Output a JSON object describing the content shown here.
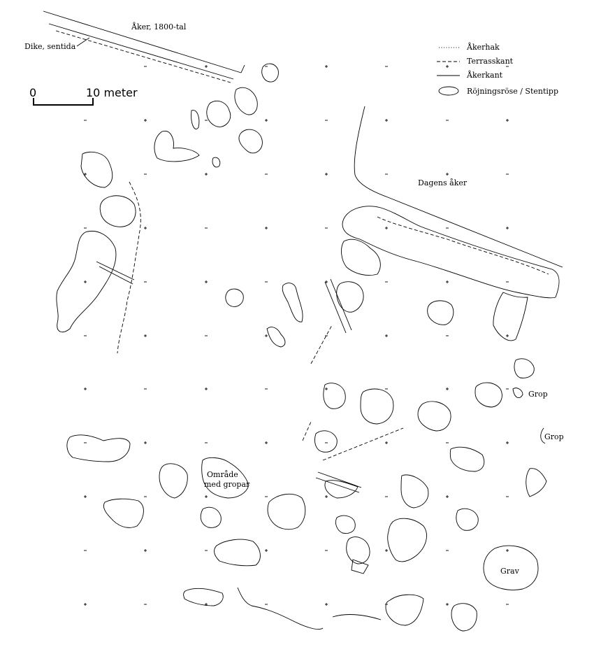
{
  "map": {
    "labels": {
      "aker_1800": "Åker, 1800-tal",
      "dike": "Dike, sentida",
      "dagens_aker": "Dagens åker",
      "omrade_line1": "Område",
      "omrade_line2": "med gropar",
      "grop1": "Grop",
      "grop2": "Grop",
      "grav": "Grav"
    },
    "scale": {
      "start": "0",
      "end": "10 meter"
    },
    "legend": {
      "items": [
        {
          "style": "dotted",
          "label": "Åkerhak"
        },
        {
          "style": "dashed",
          "label": "Terrasskant"
        },
        {
          "style": "solid",
          "label": "Åkerkant"
        },
        {
          "style": "ellipse",
          "label": "Röjningsröse / Stentipp"
        }
      ]
    }
  }
}
